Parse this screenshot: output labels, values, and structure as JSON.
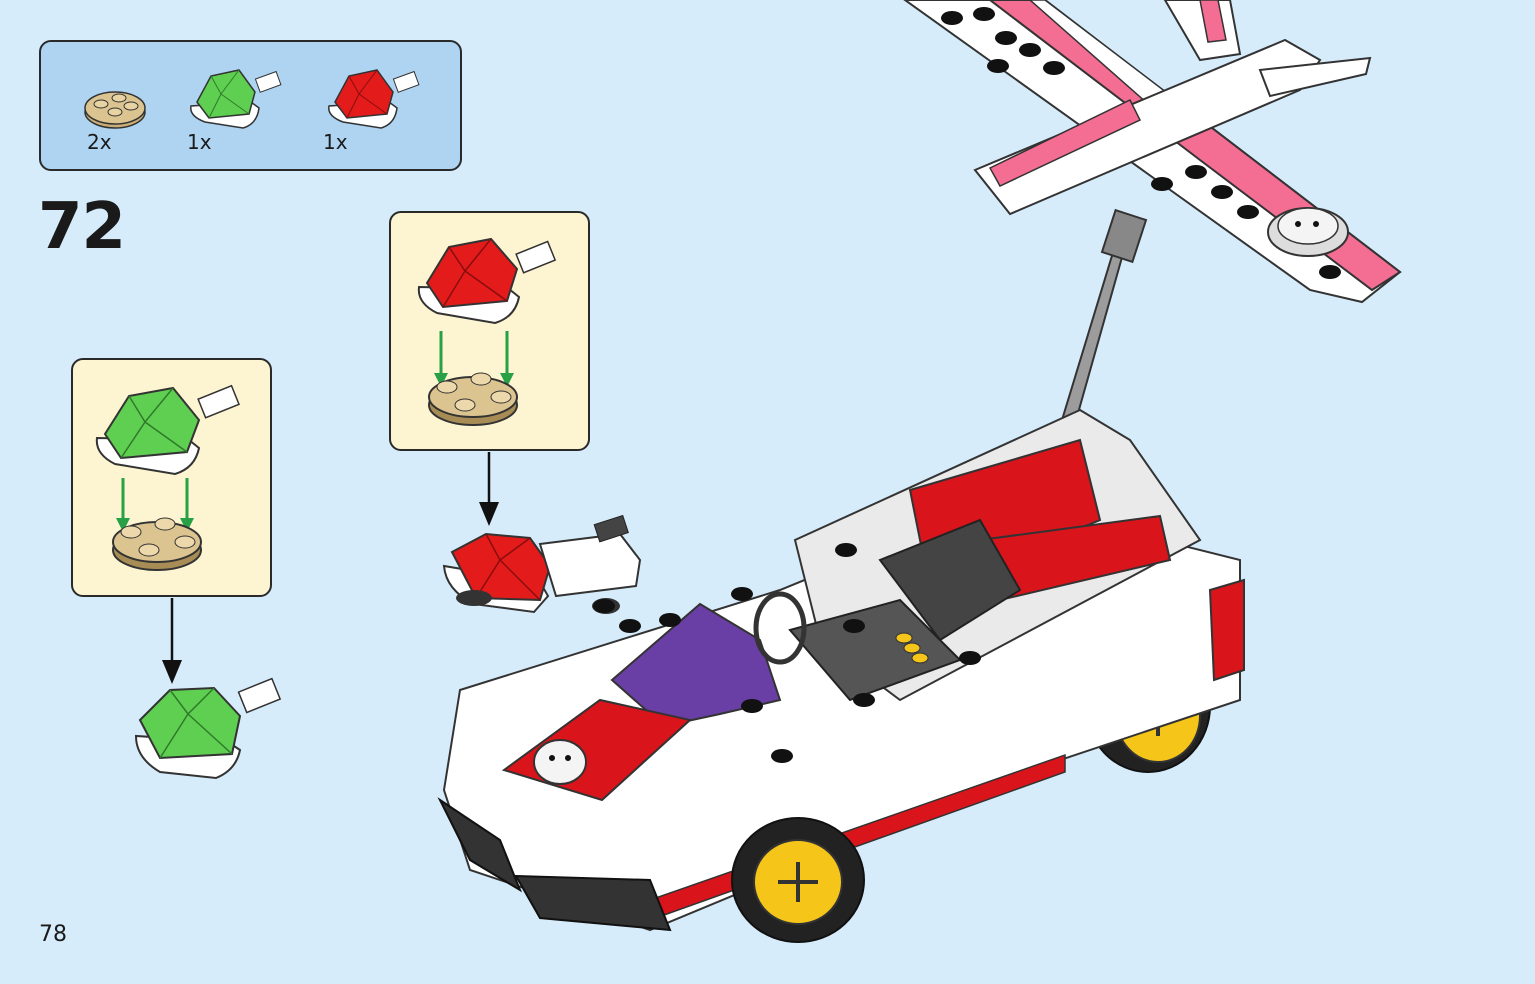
{
  "page": {
    "page_number": "78",
    "step_number": "72"
  },
  "parts_list": [
    {
      "name": "tan-round-plate-2x2",
      "qty": "2x",
      "color": "#d8c08c"
    },
    {
      "name": "green-shell-piece",
      "qty": "1x",
      "color": "#5fcf52"
    },
    {
      "name": "red-shell-piece",
      "qty": "1x",
      "color": "#e31b1b"
    }
  ],
  "colors": {
    "background": "#d6ecfb",
    "parts_box": "#aed4f2",
    "callout": "#fdf5d1",
    "assembly_arrow": "#27a046",
    "car_body": "#ffffff",
    "car_red": "#d9141b",
    "car_purple": "#6a3fa5",
    "wing_pink": "#f46d93",
    "wheel_yellow": "#f6c51a"
  }
}
